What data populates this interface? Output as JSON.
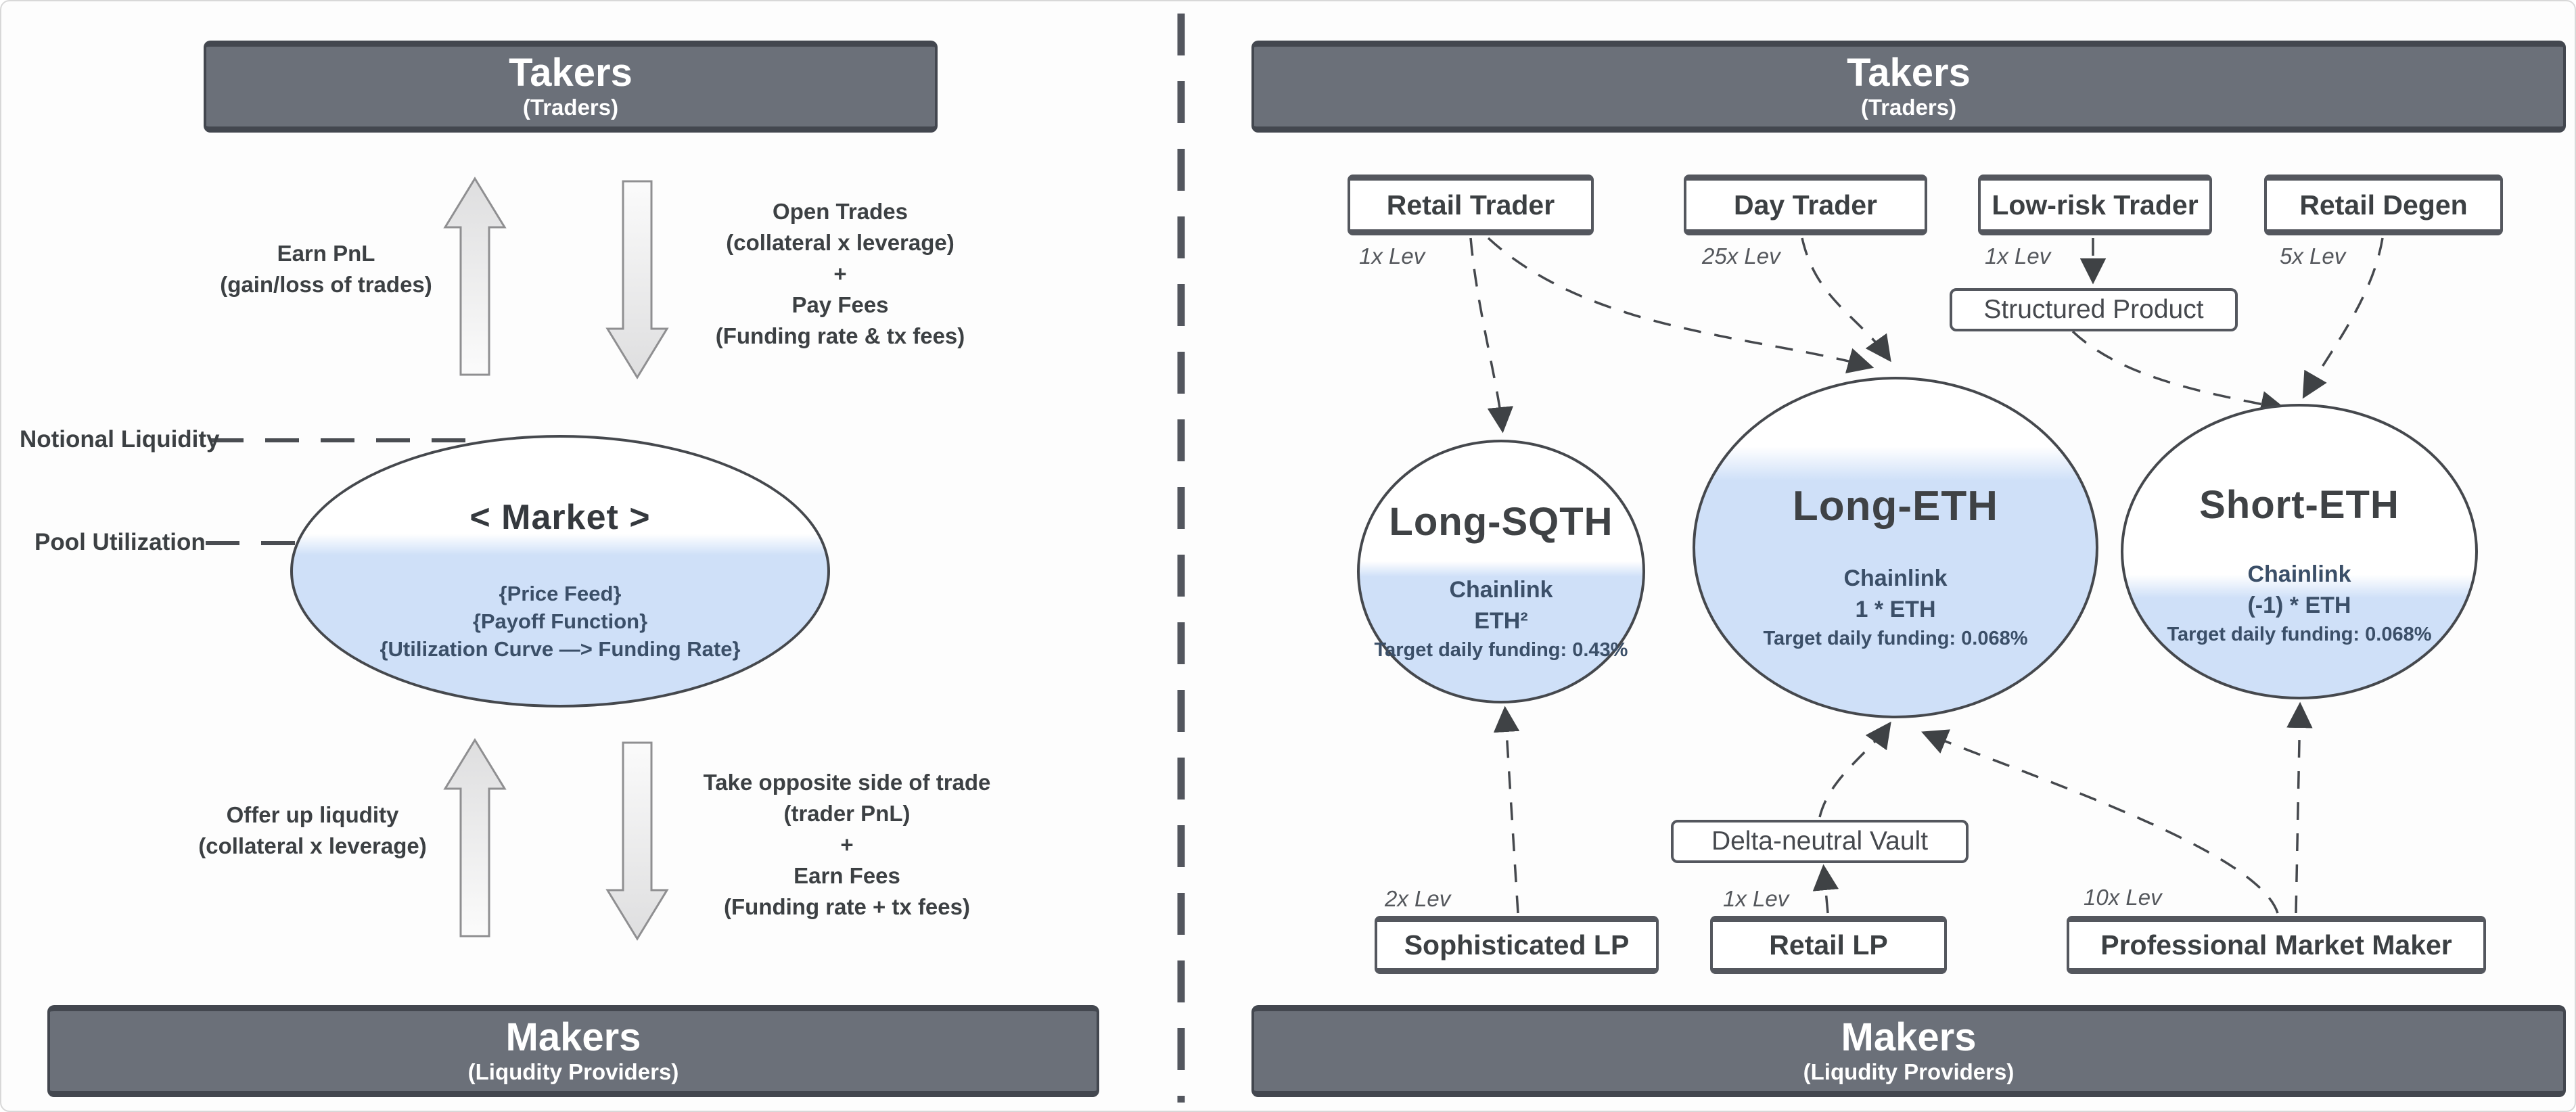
{
  "left_panel": {
    "takers_header": {
      "title": "Takers",
      "subtitle": "(Traders)"
    },
    "makers_header": {
      "title": "Makers",
      "subtitle": "(Liqudity Providers)"
    },
    "taker_up_flow": {
      "lines": [
        "Earn PnL",
        "(gain/loss of trades)"
      ]
    },
    "taker_down_flow": {
      "lines": [
        "Open Trades",
        "(collateral x leverage)",
        "+",
        "Pay Fees",
        "(Funding rate & tx fees)"
      ]
    },
    "maker_up_flow": {
      "lines": [
        "Offer up liqudity",
        "(collateral  x leverage)"
      ]
    },
    "maker_down_flow": {
      "lines": [
        "Take opposite side of trade",
        "(trader PnL)",
        "+",
        "Earn Fees",
        "(Funding rate + tx fees)"
      ]
    },
    "notional_label": "Notional Liquidity",
    "pool_label": "Pool Utilization",
    "market": {
      "title": "< Market >",
      "lines": [
        "{Price Feed}",
        "{Payoff Function}",
        "{Utilization Curve —> Funding Rate}"
      ]
    }
  },
  "right_panel": {
    "takers_header": {
      "title": "Takers",
      "subtitle": "(Traders)"
    },
    "makers_header": {
      "title": "Makers",
      "subtitle": "(Liqudity Providers)"
    },
    "taker_boxes": [
      {
        "name": "Retail Trader",
        "lev": "1x Lev"
      },
      {
        "name": "Day Trader",
        "lev": "25x Lev"
      },
      {
        "name": "Low-risk Trader",
        "lev": "1x Lev"
      },
      {
        "name": "Retail Degen",
        "lev": "5x Lev"
      }
    ],
    "structured_product": "Structured Product",
    "delta_neutral_vault": "Delta-neutral Vault",
    "markets": [
      {
        "title": "Long-SQTH",
        "oracle": "Chainlink",
        "payoff": "ETH²",
        "funding": "Target daily funding: 0.43%"
      },
      {
        "title": "Long-ETH",
        "oracle": "Chainlink",
        "payoff": "1 * ETH",
        "funding": "Target daily funding: 0.068%"
      },
      {
        "title": "Short-ETH",
        "oracle": "Chainlink",
        "payoff": "(-1) * ETH",
        "funding": "Target daily funding: 0.068%"
      }
    ],
    "maker_boxes": [
      {
        "name": "Sophisticated LP",
        "lev": "2x Lev"
      },
      {
        "name": "Retail LP",
        "lev": "1x Lev"
      },
      {
        "name": "Professional Market Maker",
        "lev": "10x Lev"
      }
    ]
  }
}
